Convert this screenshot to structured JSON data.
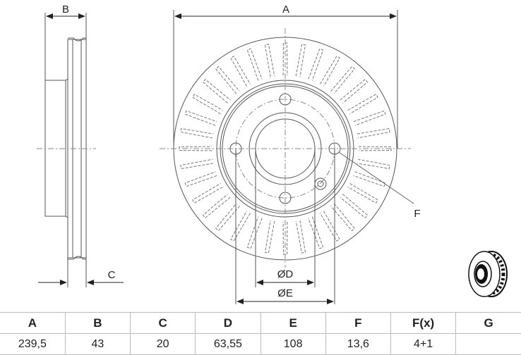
{
  "drawing": {
    "labels": {
      "A": "A",
      "B": "B",
      "C": "C",
      "D": "ØD",
      "E": "ØE",
      "F": "F"
    }
  },
  "table": {
    "headers": [
      "A",
      "B",
      "C",
      "D",
      "E",
      "F",
      "F(x)",
      "G"
    ],
    "values": [
      "239,5",
      "43",
      "20",
      "63,55",
      "108",
      "13,6",
      "4+1",
      ""
    ]
  },
  "thumbnail": {
    "icon": "brake-disc-icon"
  }
}
